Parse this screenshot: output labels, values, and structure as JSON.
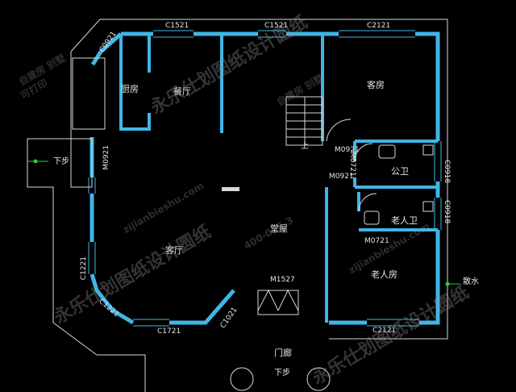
{
  "rooms": {
    "kitchen": "厨房",
    "dining": "餐厅",
    "living_upper": "客房",
    "living": "客厅",
    "hall": "堂屋",
    "bath_public": "公卫",
    "bath_elder": "老人卫",
    "elder_room": "老人房",
    "porch": "门廊",
    "steps_left": "下步",
    "steps_bottom": "下步",
    "up": "上",
    "drain": "散水"
  },
  "tags": {
    "c1521_a": "C1521",
    "c1521_b": "C1521",
    "c2121_top": "C2121",
    "c2121_bottom": "C2121",
    "c0921_corner": "C0921",
    "m0921_a": "M0921",
    "m0921_b": "M0921",
    "m0921_left": "M0921",
    "m0721_a": "M0721",
    "m0721_b": "M0721",
    "c0918_a": "C0918",
    "c0918_b": "C0918",
    "c1221": "C1221",
    "c1221_corner": "C1221",
    "c1721": "C1721",
    "c1021": "C1021",
    "m1527": "M1527"
  },
  "watermarks": [
    "永乐仕划图纸设计圆纸",
    "自建房 别墅",
    "可打印",
    "400-026-3",
    "zijianbieshu.com"
  ],
  "colors": {
    "background": "#000000",
    "wall": "#3fb6e6",
    "line": "#d8d8d8",
    "text": "#e6e6e6",
    "accent": "#2ecc40"
  }
}
